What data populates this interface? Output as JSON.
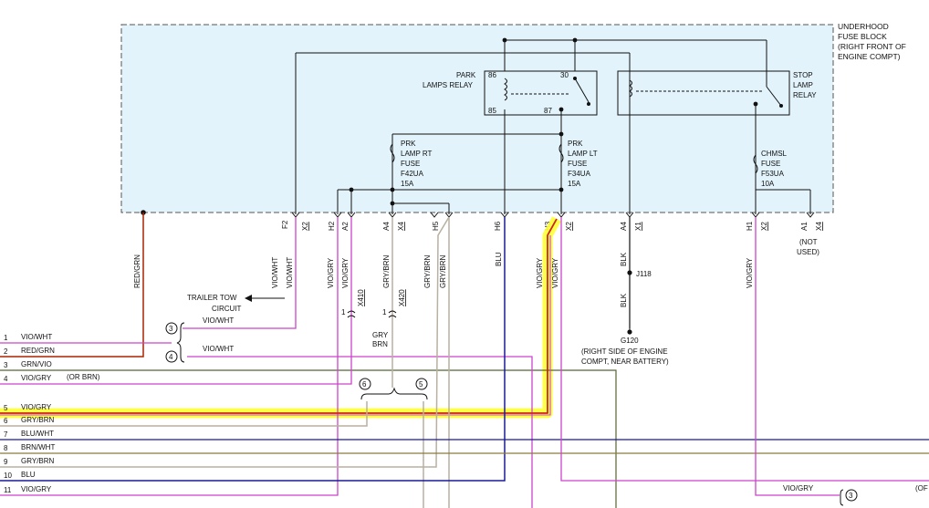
{
  "fuse_block": {
    "label": [
      "UNDERHOOD",
      "FUSE BLOCK",
      "(RIGHT FRONT OF",
      "ENGINE COMPT)"
    ]
  },
  "relays": {
    "park": {
      "label": [
        "PARK",
        "LAMPS RELAY"
      ],
      "pin86": "86",
      "pin85": "85",
      "pin30": "30",
      "pin87": "87"
    },
    "stop": {
      "label": [
        "STOP",
        "LAMP",
        "RELAY"
      ]
    }
  },
  "fuses": {
    "prk_rt": {
      "label": [
        "PRK",
        "LAMP RT",
        "FUSE",
        "F42UA",
        "15A"
      ]
    },
    "prk_lt": {
      "label": [
        "PRK",
        "LAMP LT",
        "FUSE",
        "F34UA",
        "15A"
      ]
    },
    "chmsl": {
      "label": [
        "CHMSL",
        "FUSE",
        "F53UA",
        "10A"
      ]
    }
  },
  "connector_pins": [
    {
      "pin": "F2",
      "conn": "X2"
    },
    {
      "pin": "H2",
      "conn": ""
    },
    {
      "pin": "A2",
      "conn": ""
    },
    {
      "pin": "A4",
      "conn": "X4"
    },
    {
      "pin": "H5",
      "conn": ""
    },
    {
      "pin": "H6",
      "conn": ""
    },
    {
      "pin": "H3",
      "conn": "X2"
    },
    {
      "pin": "A4",
      "conn": "X1"
    },
    {
      "pin": "H1",
      "conn": "X2"
    },
    {
      "pin": "A1",
      "conn": "X4"
    }
  ],
  "not_used": [
    "(NOT",
    "USED)"
  ],
  "wires": {
    "red_grn": "RED/GRN",
    "vio_wht": "VIO/WHT",
    "vio_gry": "VIO/GRY",
    "gry_brn": "GRY/BRN",
    "blu": "BLU",
    "blk": "BLK",
    "gry": "GRY",
    "brn": "BRN"
  },
  "connectors": {
    "x410": "X410",
    "x420": "X420",
    "pin1": "1"
  },
  "splice": "J118",
  "ground": {
    "id": "G120",
    "location": [
      "(RIGHT SIDE OF ENGINE",
      "COMPT, NEAR BATTERY)"
    ]
  },
  "trailer_tow": [
    "TRAILER TOW",
    "CIRCUIT"
  ],
  "node_labels": {
    "n3": "3",
    "n4": "4",
    "n5": "5",
    "n6": "6"
  },
  "or_brn": "(OR BRN)",
  "or_partial": "(OF",
  "left_lines": [
    {
      "num": "1",
      "label": "VIO/WHT"
    },
    {
      "num": "2",
      "label": "RED/GRN"
    },
    {
      "num": "3",
      "label": "GRN/VIO"
    },
    {
      "num": "4",
      "label": "VIO/GRY"
    },
    {
      "num": "5",
      "label": "VIO/GRY"
    },
    {
      "num": "6",
      "label": "GRY/BRN"
    },
    {
      "num": "7",
      "label": "BLU/WHT"
    },
    {
      "num": "8",
      "label": "BRN/WHT"
    },
    {
      "num": "9",
      "label": "GRY/BRN"
    },
    {
      "num": "10",
      "label": "BLU"
    },
    {
      "num": "11",
      "label": "VIO/GRY"
    }
  ],
  "colors": {
    "violet": "#cc44cc",
    "red": "#aa2200",
    "olive": "#556633",
    "gray": "#b8b0a0",
    "navy": "#1a1a99",
    "brown": "#8a7a40",
    "highlight": "#ffff33",
    "box_fill": "#e2f3fb"
  }
}
